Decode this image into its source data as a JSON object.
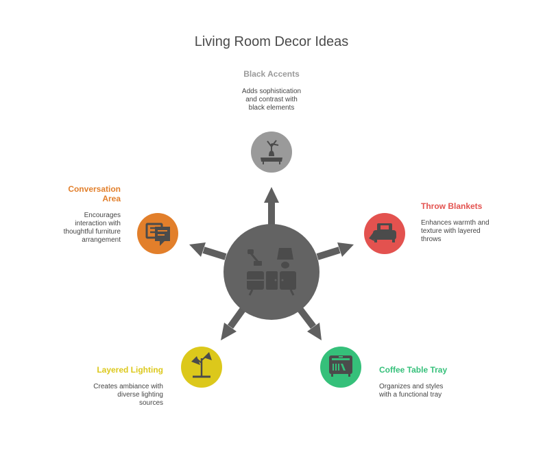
{
  "title": "Living Room Decor Ideas",
  "colors": {
    "hub": "#636363",
    "arrow": "#5f5f5f",
    "icon_glyph": "#4b4b4b",
    "black_accents": "#9a9a9a",
    "throw_blankets": "#e3524f",
    "coffee_table_tray": "#35c07a",
    "layered_lighting": "#dcc81b",
    "conversation_area": "#e27f2b"
  },
  "hub_icon": "living-room-furniture-icon",
  "ideas": [
    {
      "id": "black-accents",
      "label": "Black Accents",
      "desc": [
        "Adds sophistication",
        "and contrast with",
        "black elements"
      ],
      "icon": "vase-on-shelf-icon"
    },
    {
      "id": "throw-blankets",
      "label": "Throw Blankets",
      "desc": [
        "Enhances warmth and",
        "texture with layered",
        "throws"
      ],
      "icon": "armchair-blanket-icon"
    },
    {
      "id": "coffee-table-tray",
      "label": "Coffee Table Tray",
      "desc": [
        "Organizes and styles",
        "with a functional tray"
      ],
      "icon": "tray-cabinet-icon"
    },
    {
      "id": "layered-lighting",
      "label": "Layered Lighting",
      "desc": [
        "Creates ambiance with",
        "diverse lighting",
        "sources"
      ],
      "icon": "floor-lamp-icon"
    },
    {
      "id": "conversation-area",
      "label": [
        "Conversation",
        "Area"
      ],
      "desc": [
        "Encourages",
        "interaction with",
        "thoughtful furniture",
        "arrangement"
      ],
      "icon": "chat-bubbles-icon"
    }
  ]
}
